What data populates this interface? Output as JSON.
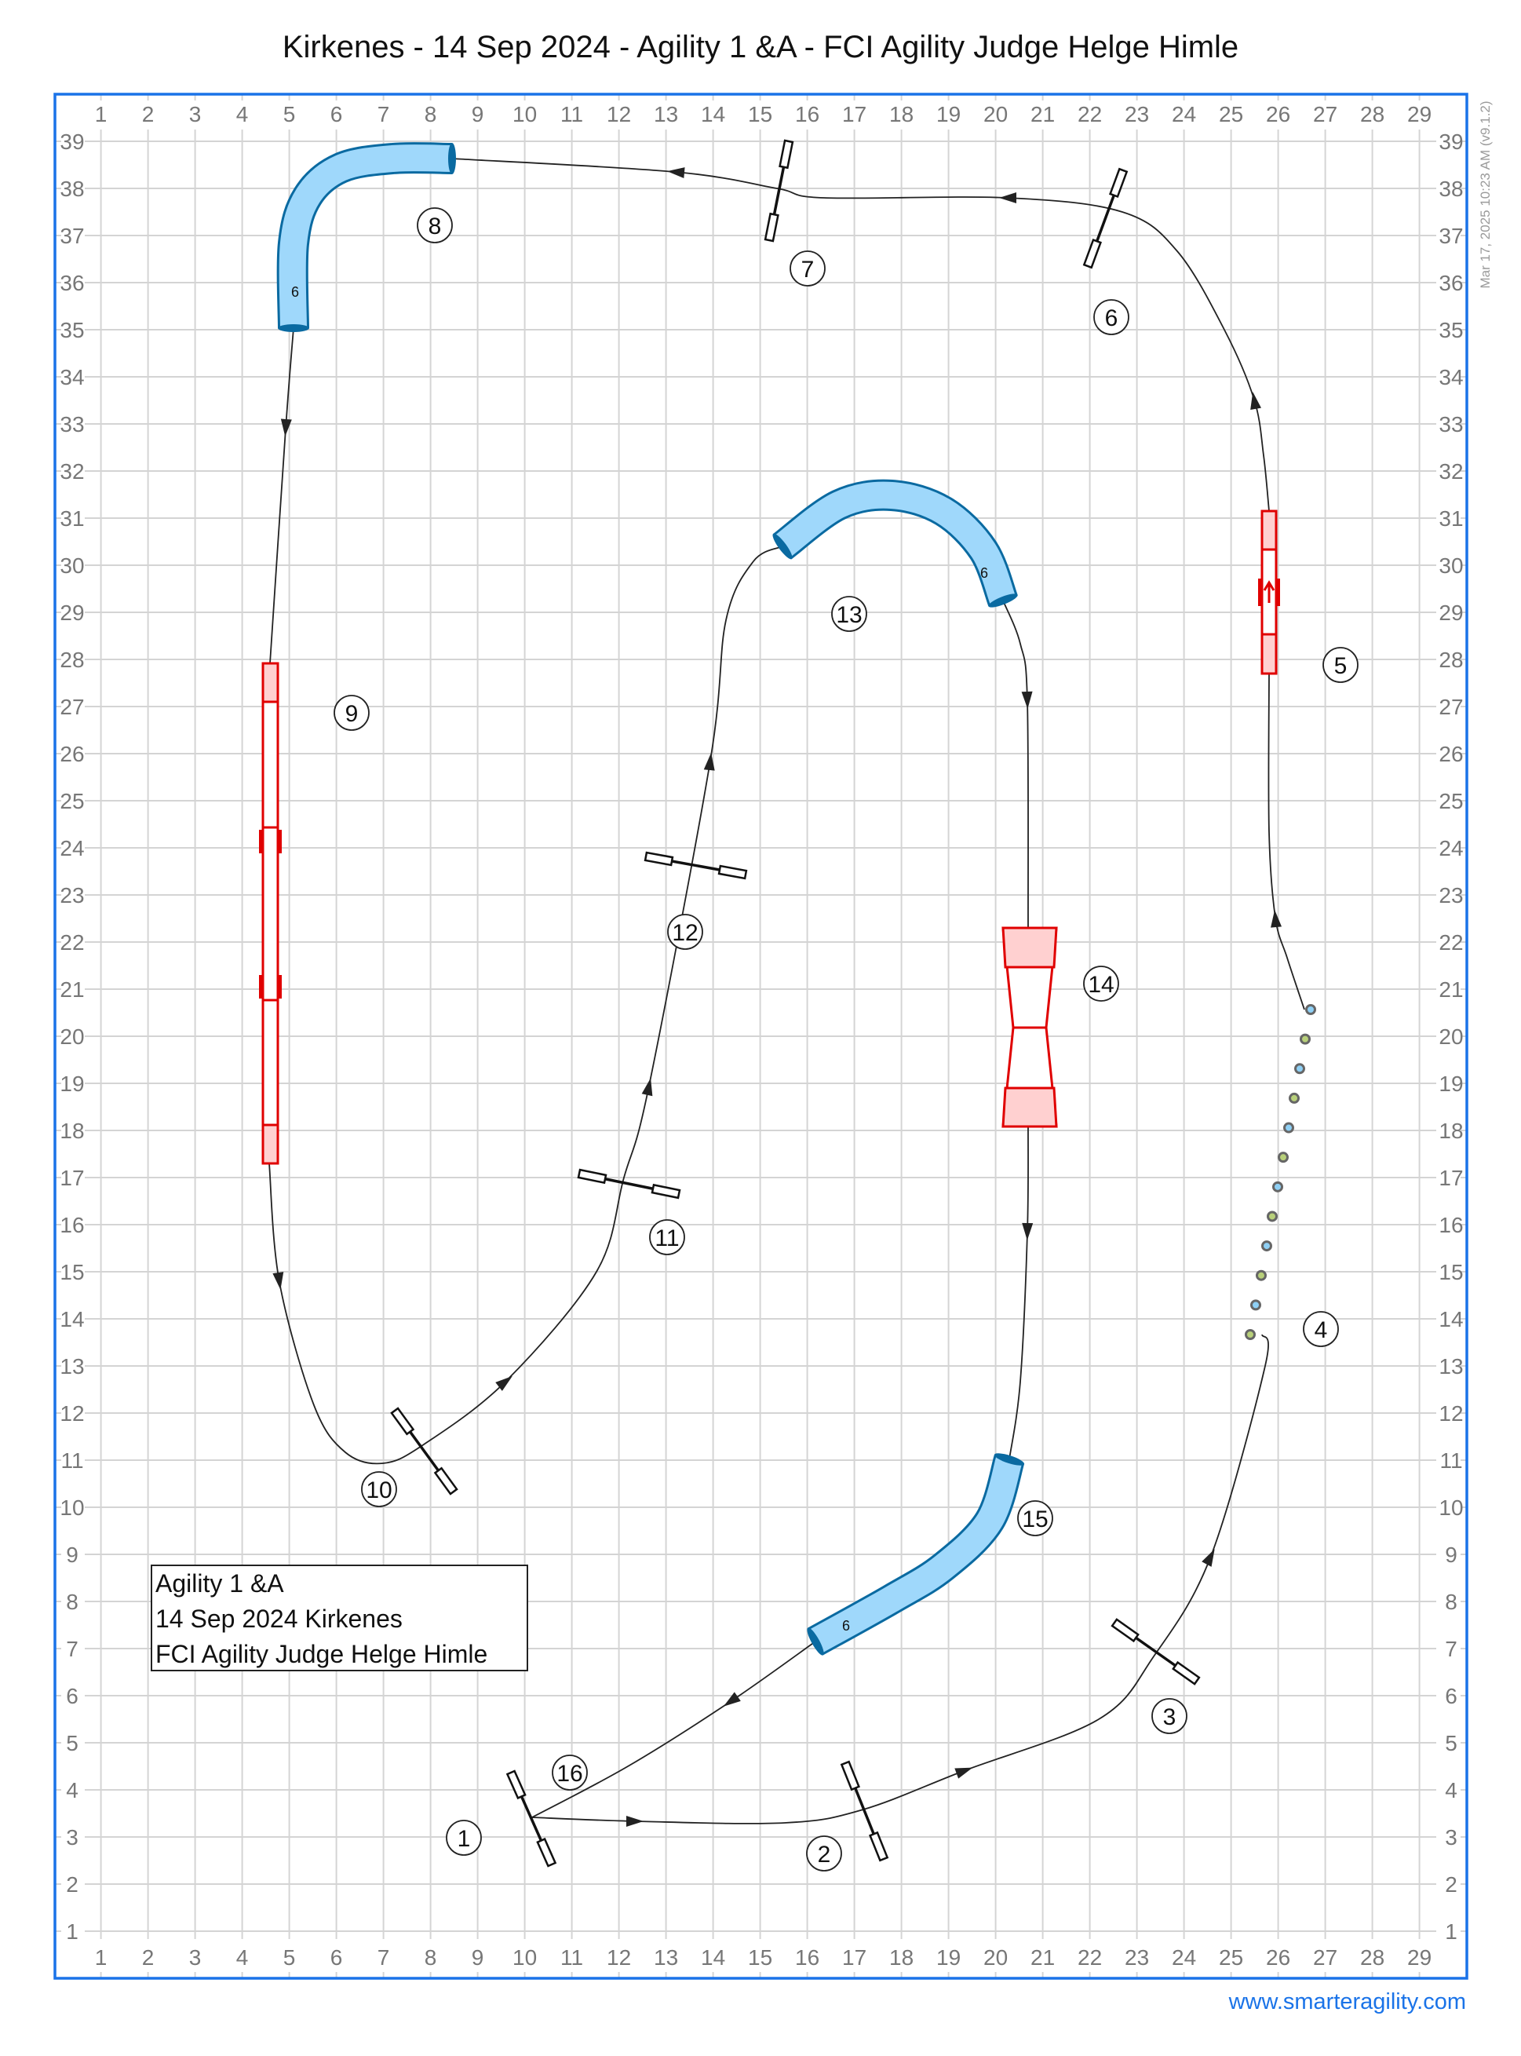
{
  "header": {
    "title": "Kirkenes - 14 Sep 2024 - Agility 1 &A - FCI Agility Judge Helge Himle"
  },
  "timestamp": "Mar 17, 2025 10:23 AM  (v9.1.2)",
  "footer": {
    "link": "www.smarteragility.com"
  },
  "legend": {
    "lines": [
      "Agility 1 &A",
      "14 Sep 2024 Kirkenes",
      "FCI Agility Judge Helge Himle"
    ]
  },
  "grid": {
    "x_ticks": [
      "1",
      "2",
      "3",
      "4",
      "5",
      "6",
      "7",
      "8",
      "9",
      "10",
      "11",
      "12",
      "13",
      "14",
      "15",
      "16",
      "17",
      "18",
      "19",
      "20",
      "21",
      "22",
      "23",
      "24",
      "25",
      "26",
      "27",
      "28",
      "29"
    ],
    "y_ticks": [
      "1",
      "2",
      "3",
      "4",
      "5",
      "6",
      "7",
      "8",
      "9",
      "10",
      "11",
      "12",
      "13",
      "14",
      "15",
      "16",
      "17",
      "18",
      "19",
      "20",
      "21",
      "22",
      "23",
      "24",
      "25",
      "26",
      "27",
      "28",
      "29",
      "30",
      "31",
      "32",
      "33",
      "34",
      "35",
      "36",
      "37",
      "38",
      "39"
    ]
  },
  "obstacles": {
    "numbers": [
      "1",
      "2",
      "3",
      "4",
      "5",
      "6",
      "7",
      "8",
      "9",
      "10",
      "11",
      "12",
      "13",
      "14",
      "15",
      "16"
    ],
    "tunnel_length_label": "6"
  },
  "colors": {
    "border": "#1a73e8",
    "contact": "#e00000",
    "contact_fill": "#ffd0d0",
    "tunnel_fill": "#9fd8fb",
    "tunnel_edge": "#0a6aa1",
    "weave_a": "#8fd0f5",
    "weave_b": "#b8d07a",
    "grid": "#d4d4d4"
  }
}
